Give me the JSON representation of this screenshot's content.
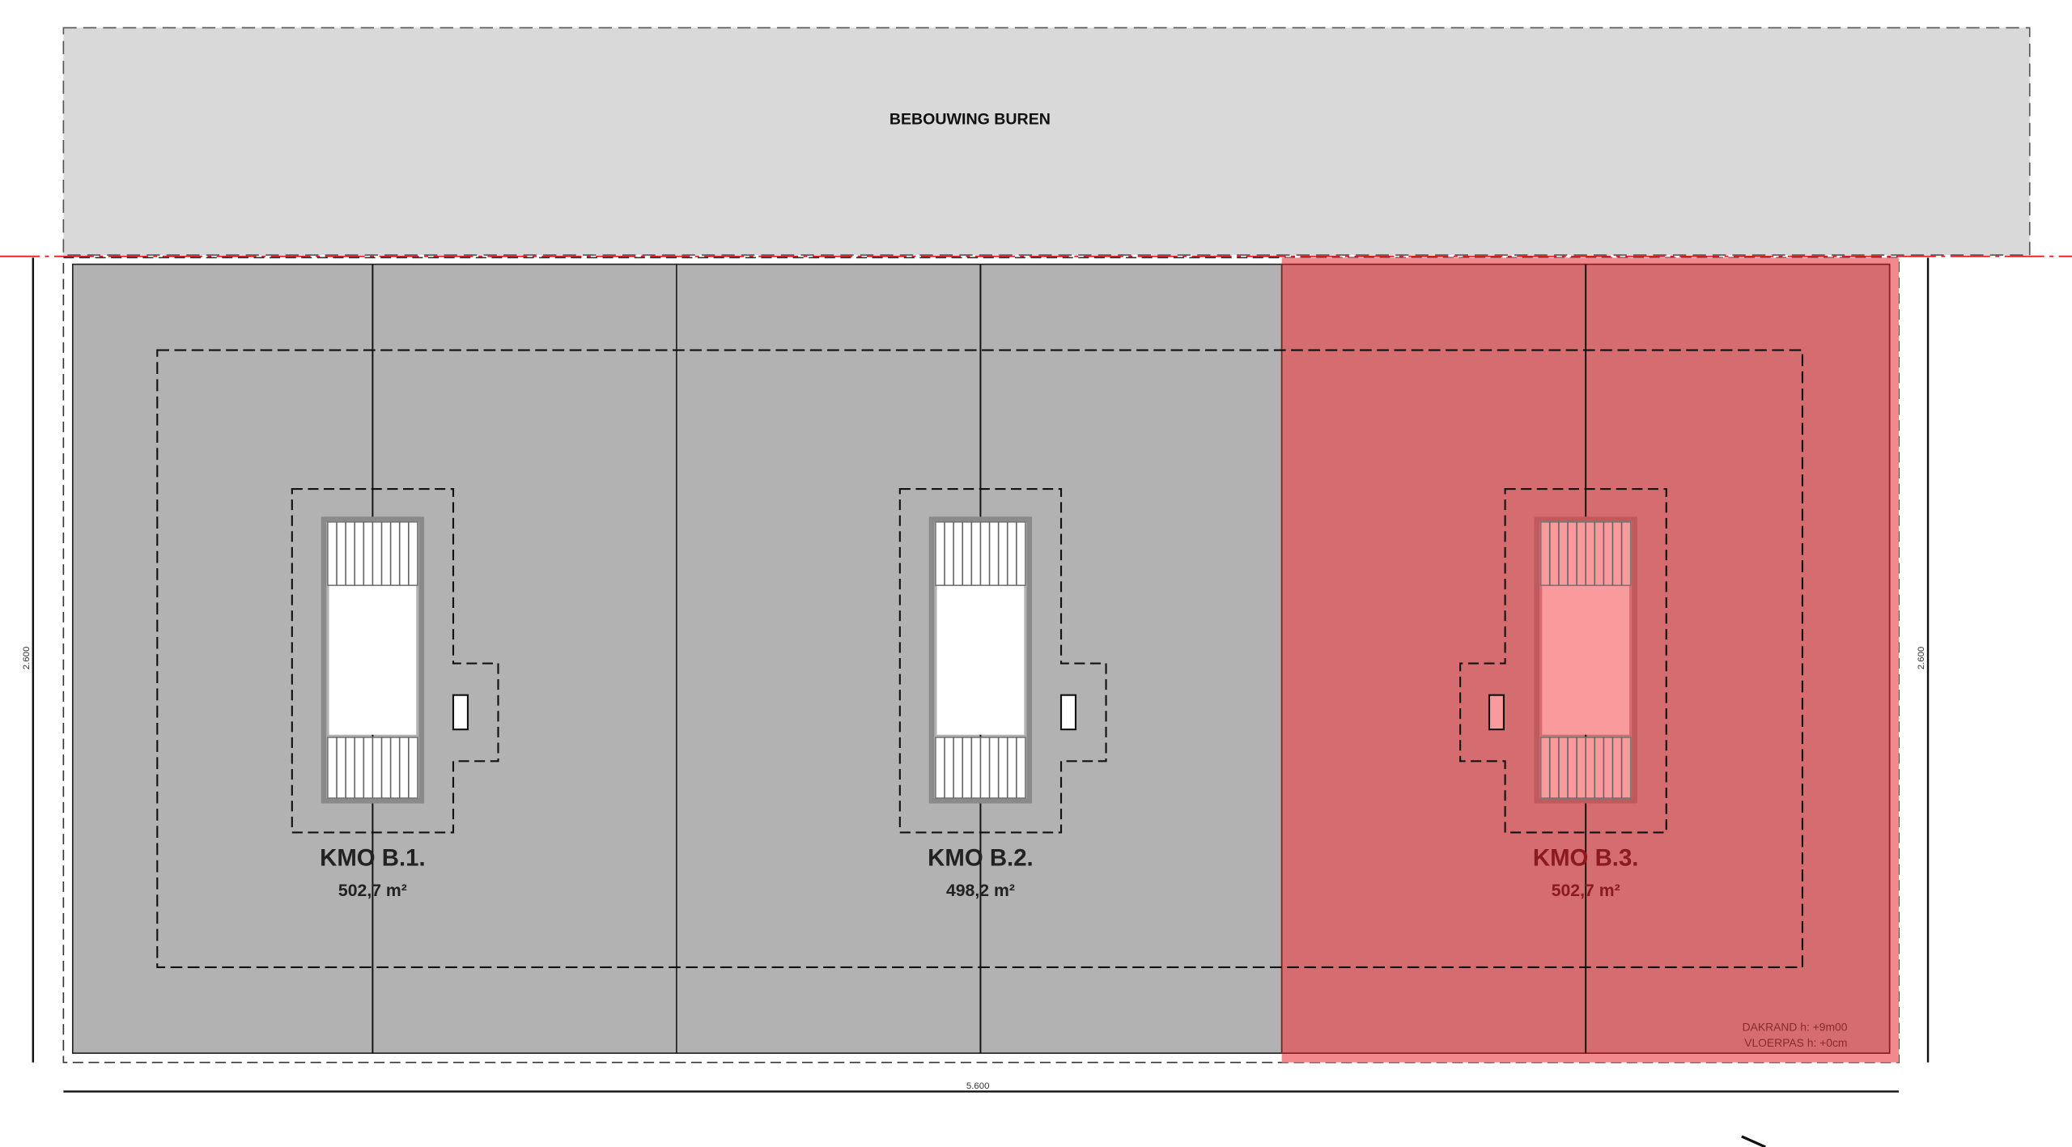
{
  "neighbour": {
    "label": "BEBOUWING BUREN"
  },
  "units": [
    {
      "name": "KMO B.1.",
      "area": "502,7 m²",
      "highlighted": false,
      "bump": "right"
    },
    {
      "name": "KMO B.2.",
      "area": "498,2 m²",
      "highlighted": false,
      "bump": "right"
    },
    {
      "name": "KMO B.3.",
      "area": "502,7 m²",
      "highlighted": true,
      "bump": "left"
    }
  ],
  "notes": {
    "dakrand": "DAKRAND h: +9m00",
    "vloerpas": "VLOERPAS h: +0cm"
  },
  "dimensions": {
    "left": "2.600",
    "right": "2.600",
    "bottom": "5.600"
  },
  "colors": {
    "unit_fill": "#b2b2b2",
    "highlight_fill": "#d46c70",
    "highlight_core": "#f99a9c",
    "neighbour_fill": "#d9d9d9",
    "property_line": "#e02020"
  }
}
